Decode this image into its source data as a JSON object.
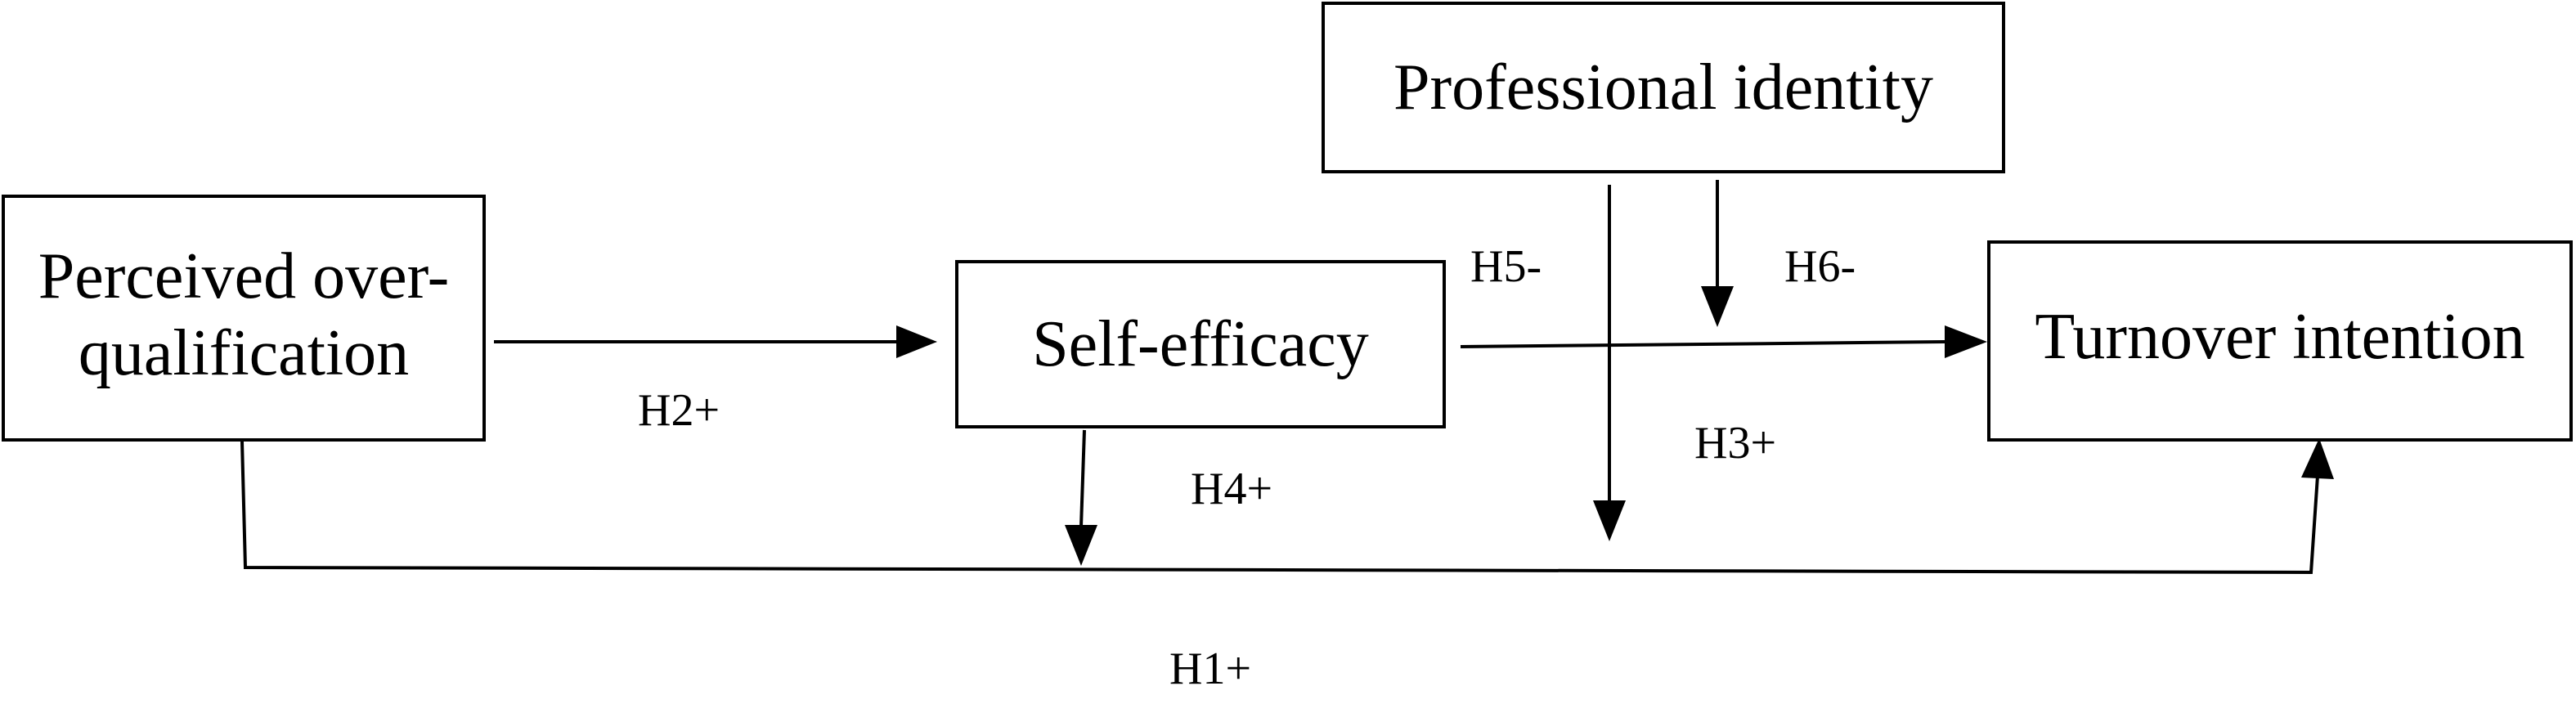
{
  "nodes": {
    "professional_identity": "Professional identity",
    "perceived_overqualification": "Perceived over-\nqualification",
    "self_efficacy": "Self-efficacy",
    "turnover_intention": "Turnover intention"
  },
  "hypotheses": {
    "h1": "H1+",
    "h2": "H2+",
    "h3": "H3+",
    "h4": "H4+",
    "h5": "H5-",
    "h6": "H6-"
  },
  "colors": {
    "stroke": "#000000",
    "background": "#ffffff"
  }
}
